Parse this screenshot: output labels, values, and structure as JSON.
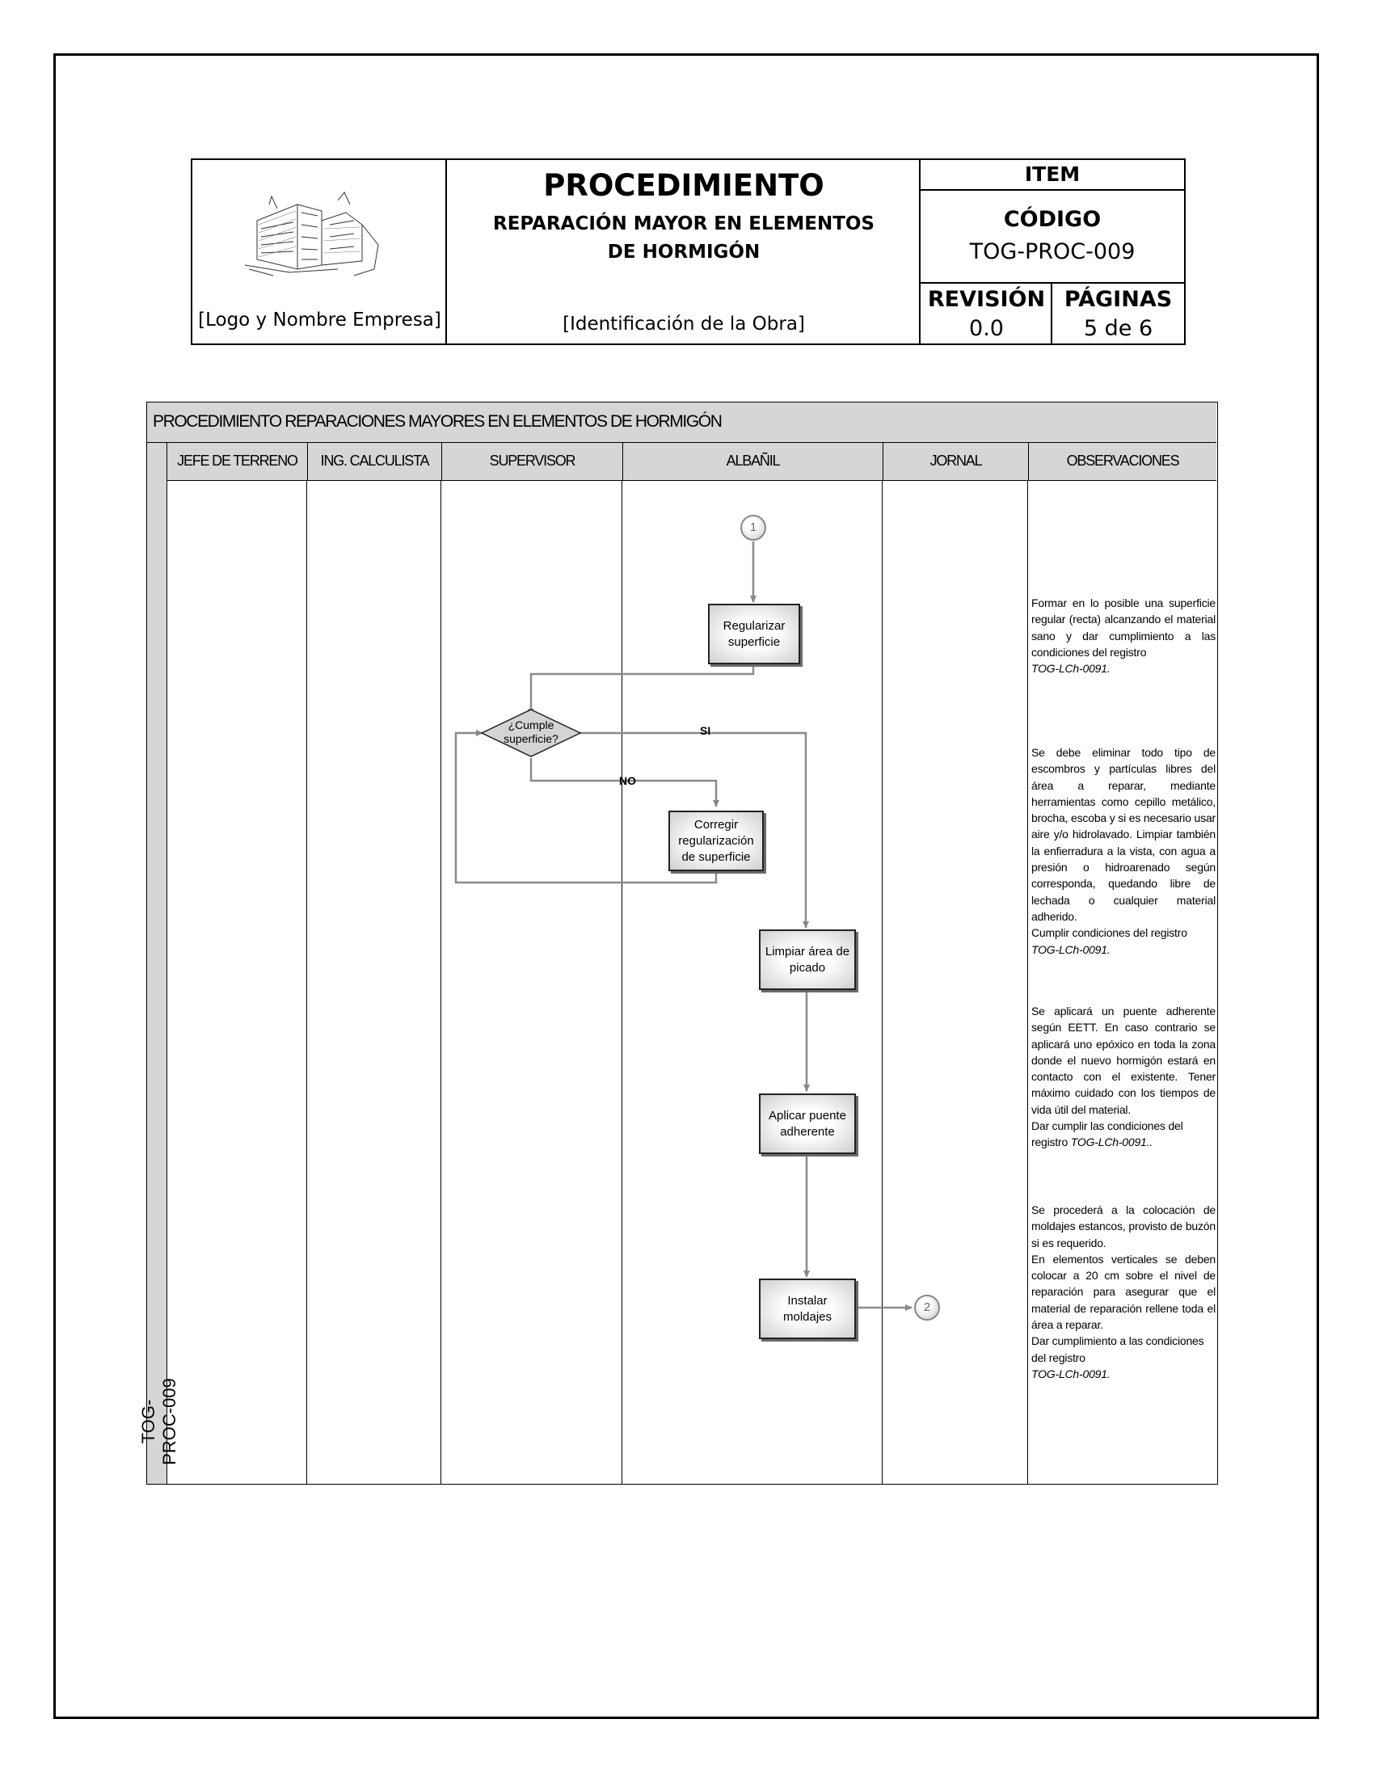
{
  "header": {
    "logo_text": "[Logo y Nombre Empresa]",
    "title": "PROCEDIMIENTO",
    "subtitle": "REPARACIÓN MAYOR EN ELEMENTOS DE HORMIGÓN",
    "obra": "[Identificación de la Obra]",
    "item_label": "ITEM",
    "code_label": "CÓDIGO",
    "code_value": "TOG-PROC-009",
    "revision_label": "REVISIÓN",
    "revision_value": "0.0",
    "pages_label": "PÁGINAS",
    "pages_value": "5 de 6"
  },
  "flow": {
    "title": "PROCEDIMIENTO REPARACIONES MAYORES EN ELEMENTOS DE HORMIGÓN",
    "side_label": "TOG-PROC-009",
    "lanes": [
      "JEFE DE TERRENO",
      "ING. CALCULISTA",
      "SUPERVISOR",
      "ALBAÑIL",
      "JORNAL",
      "OBSERVACIONES"
    ],
    "start_connector": "1",
    "end_connector": "2",
    "steps": {
      "regularizar": "Regularizar superficie",
      "decision": "¿Cumple superficie?",
      "si": "SI",
      "no": "NO",
      "corregir": "Corregir regularización de superficie",
      "limpiar": "Limpiar área de picado",
      "aplicar": "Aplicar puente adherente",
      "instalar": "Instalar moldajes"
    },
    "observations": {
      "obs1_text": "Formar en lo posible una superficie regular (recta) alcanzando el material sano y dar cumplimiento a las condiciones del registro",
      "obs1_ref": "TOG-LCh-0091.",
      "obs2_text": "Se debe eliminar todo tipo de escombros y partículas libres del área a reparar, mediante herramientas como cepillo metálico, brocha, escoba y si es necesario usar aire y/o hidrolavado. Limpiar también la enfierradura a la vista, con agua a presión o hidroarenado según corresponda, quedando libre de lechada o cualquier material adherido.",
      "obs2_tail": "Cumplir condiciones del registro",
      "obs2_ref": "TOG-LCh-0091.",
      "obs3_text": "Se aplicará un puente adherente según EETT. En caso contrario se aplicará uno epóxico en toda la zona donde el nuevo hormigón estará en contacto con el existente. Tener máximo cuidado con los tiempos de vida útil del material.",
      "obs3_tail": "Dar cumplir las condiciones del registro",
      "obs3_ref": "TOG-LCh-0091..",
      "obs4_text": "Se procederá a la colocación de moldajes estancos, provisto de buzón si es requerido.",
      "obs4_mid": "En elementos verticales se deben colocar a 20 cm sobre el nivel de reparación para asegurar que el material de reparación rellene toda el área a reparar.",
      "obs4_tail": "Dar cumplimiento a las condiciones del registro",
      "obs4_ref": "TOG-LCh-0091."
    }
  }
}
